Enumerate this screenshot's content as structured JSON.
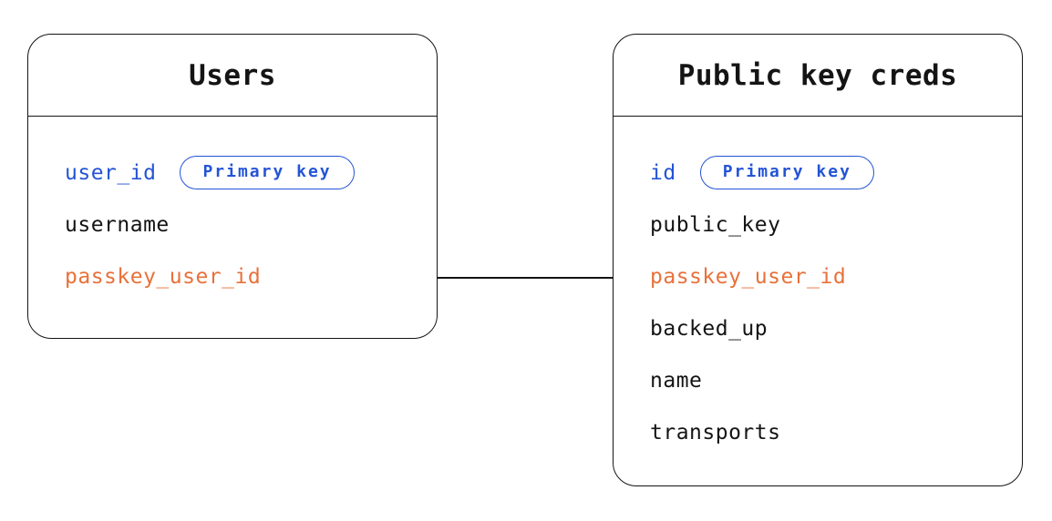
{
  "diagram": {
    "background": "#ffffff",
    "colors": {
      "ink": "#141414",
      "blue": "#2454d6",
      "orange": "#e8713a"
    },
    "tables": [
      {
        "id": "users",
        "title": "Users",
        "fields": [
          {
            "name": "user_id",
            "color": "blue",
            "badge": "Primary key"
          },
          {
            "name": "username",
            "color": "default"
          },
          {
            "name": "passkey_user_id",
            "color": "orange"
          }
        ]
      },
      {
        "id": "public-key-creds",
        "title": "Public key creds",
        "fields": [
          {
            "name": "id",
            "color": "blue",
            "badge": "Primary key"
          },
          {
            "name": "public_key",
            "color": "default"
          },
          {
            "name": "passkey_user_id",
            "color": "orange"
          },
          {
            "name": "backed_up",
            "color": "default"
          },
          {
            "name": "name",
            "color": "default"
          },
          {
            "name": "transports",
            "color": "default"
          }
        ]
      }
    ],
    "relationship": {
      "from_table": "Users",
      "from_field": "passkey_user_id",
      "to_table": "Public key creds",
      "to_field": "passkey_user_id",
      "style": "straight-line"
    }
  }
}
